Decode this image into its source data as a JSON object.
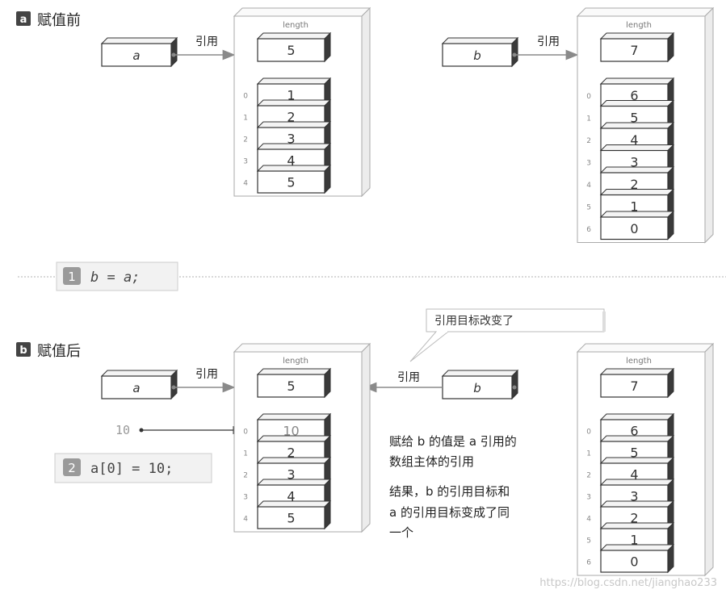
{
  "section_a": {
    "badge": "a",
    "title": "赋值前"
  },
  "section_b": {
    "badge": "b",
    "title": "赋值后"
  },
  "ref_label": "引用",
  "length_label": "length",
  "var_a": "a",
  "var_b": "b",
  "array_a": {
    "length": "5",
    "indices": [
      "0",
      "1",
      "2",
      "3",
      "4"
    ],
    "values": [
      "1",
      "2",
      "3",
      "4",
      "5"
    ]
  },
  "array_b": {
    "length": "7",
    "indices": [
      "0",
      "1",
      "2",
      "3",
      "4",
      "5",
      "6"
    ],
    "values": [
      "6",
      "5",
      "4",
      "3",
      "2",
      "1",
      "0"
    ]
  },
  "array_a_after": {
    "length": "5",
    "indices": [
      "0",
      "1",
      "2",
      "3",
      "4"
    ],
    "values": [
      "10",
      "2",
      "3",
      "4",
      "5"
    ]
  },
  "step1": {
    "num": "1",
    "code": "b = a;"
  },
  "step2": {
    "num": "2",
    "code": "a[0] = 10;"
  },
  "assign_value": "10",
  "callout": "引用目标改变了",
  "explanation": {
    "line1": "赋给 b 的值是 a 引用的",
    "line2": "数组主体的引用",
    "line3": "结果，b 的引用目标和",
    "line4": "a 的引用目标变成了同",
    "line5": "一个"
  },
  "watermark": "https://blog.csdn.net/jianghao233"
}
